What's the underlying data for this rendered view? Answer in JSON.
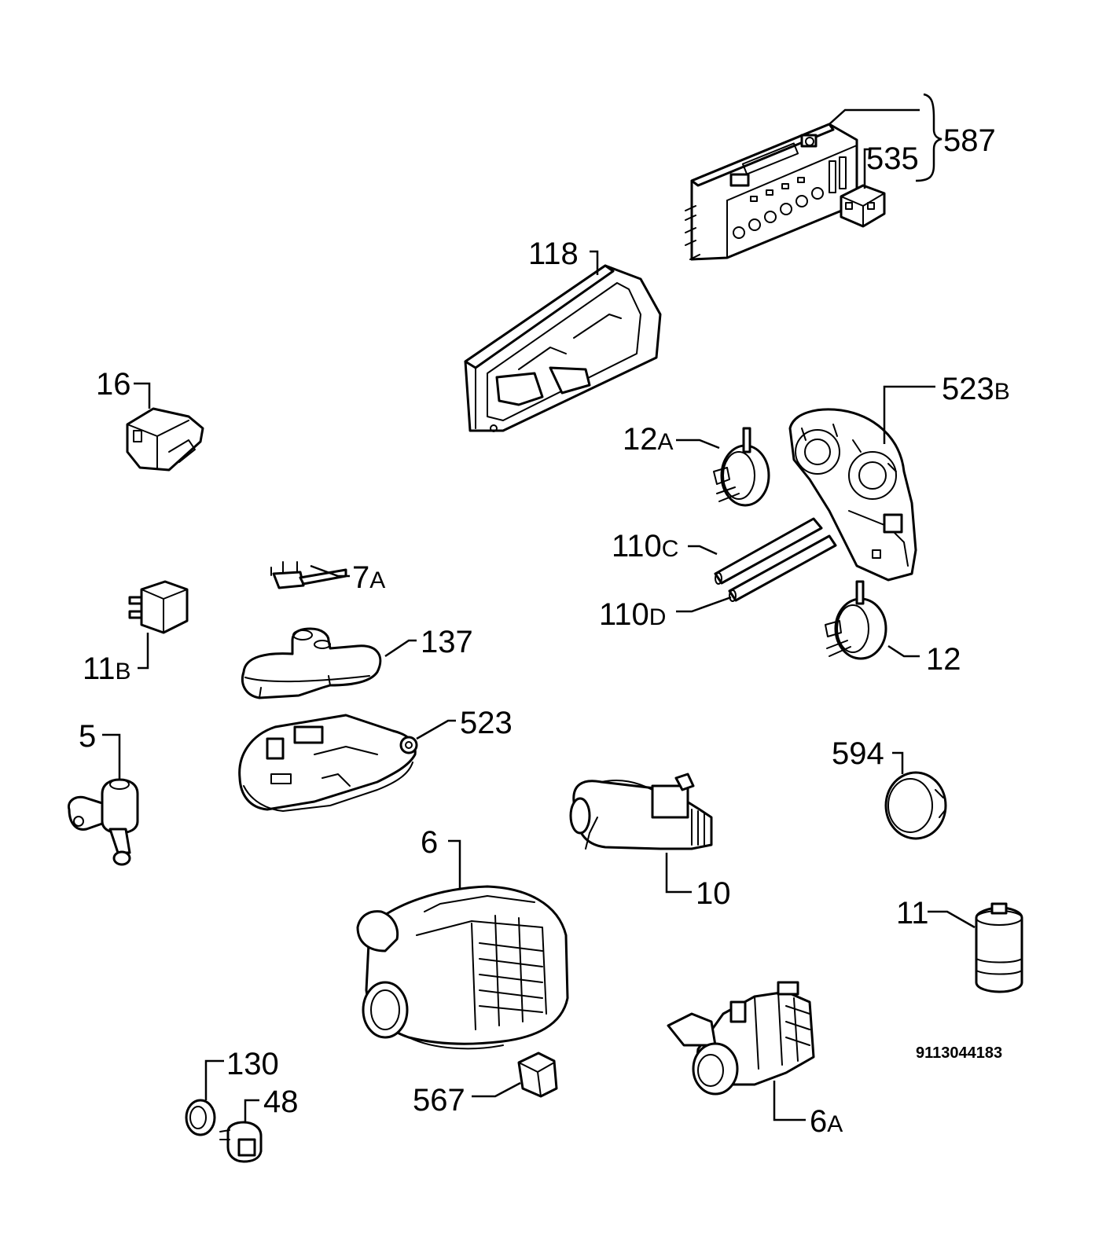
{
  "labels": {
    "l587": "587",
    "l535": "535",
    "l118": "118",
    "l16": "16",
    "l523b_num": "523",
    "l523b_suf": "B",
    "l12a_num": "12",
    "l12a_suf": "A",
    "l110c_num": "110",
    "l110c_suf": "C",
    "l110d_num": "110",
    "l110d_suf": "D",
    "l12": "12",
    "l7a_num": "7",
    "l7a_suf": "A",
    "l137": "137",
    "l11b_num": "11",
    "l11b_suf": "B",
    "l523": "523",
    "l5": "5",
    "l594": "594",
    "l6": "6",
    "l10": "10",
    "l11": "11",
    "l130": "130",
    "l48": "48",
    "l567": "567",
    "l6a_num": "6",
    "l6a_suf": "A"
  },
  "document_number": "9113044183",
  "colors": {
    "line": "#000000",
    "background": "#ffffff"
  }
}
